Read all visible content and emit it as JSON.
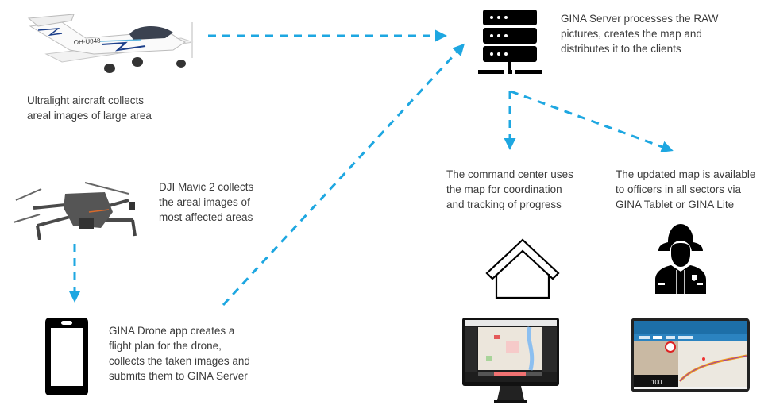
{
  "colors": {
    "arrow": "#1ea7e1",
    "icon": "#000000",
    "text": "#3b3b3b"
  },
  "nodes": {
    "aircraft": {
      "icon": "ultralight-aircraft-photo",
      "caption": "Ultralight aircraft collects\nareal images of large area",
      "registration": "OH-U848"
    },
    "drone": {
      "icon": "dji-mavic-drone-photo",
      "caption": "DJI Mavic 2 collects\nthe areal images of\nmost affected areas"
    },
    "phone": {
      "icon": "smartphone-icon",
      "caption": "GINA Drone app creates a\nflight plan for the drone,\ncollects the taken images and\nsubmits them to GINA Server"
    },
    "server": {
      "icon": "server-icon",
      "caption": "GINA Server processes the RAW\npictures, creates the map and\ndistributes it to the clients"
    },
    "command_center": {
      "icon": "house-icon",
      "screen": "desktop-monitor-map-screenshot",
      "caption": "The command center uses\nthe map for coordination\nand tracking of progress"
    },
    "officer": {
      "icon": "firefighter-icon",
      "screen": "tablet-map-screenshot",
      "caption": "The updated map is available\nto officers in all sectors via\nGINA Tablet or GINA Lite",
      "tablet_speed": "100"
    }
  },
  "edges": [
    {
      "from": "aircraft",
      "to": "server"
    },
    {
      "from": "drone",
      "to": "phone"
    },
    {
      "from": "phone",
      "to": "server"
    },
    {
      "from": "server",
      "to": "command_center"
    },
    {
      "from": "server",
      "to": "officer"
    }
  ]
}
